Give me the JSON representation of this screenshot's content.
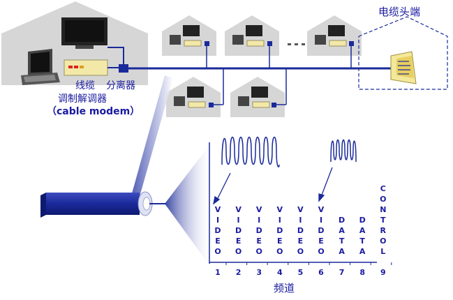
{
  "labels": {
    "cable_line1": "线缆",
    "cable_line2": "调制解调器",
    "cable_line3": "（cable modem）",
    "splitter": "分离器",
    "headend": "电缆头端",
    "channels_axis": "频道",
    "ellipsis": "· · ·"
  },
  "channels": [
    {
      "number": "1",
      "letters": [
        "V",
        "I",
        "D",
        "E",
        "O"
      ]
    },
    {
      "number": "2",
      "letters": [
        "V",
        "I",
        "D",
        "E",
        "O"
      ]
    },
    {
      "number": "3",
      "letters": [
        "V",
        "I",
        "D",
        "E",
        "O"
      ]
    },
    {
      "number": "4",
      "letters": [
        "V",
        "I",
        "D",
        "E",
        "O"
      ]
    },
    {
      "number": "5",
      "letters": [
        "V",
        "I",
        "D",
        "E",
        "O"
      ]
    },
    {
      "number": "6",
      "letters": [
        "V",
        "I",
        "D",
        "E",
        "O"
      ]
    },
    {
      "number": "7",
      "letters": [
        "D",
        "A",
        "T",
        "A"
      ]
    },
    {
      "number": "8",
      "letters": [
        "D",
        "A",
        "T",
        "A"
      ]
    },
    {
      "number": "9",
      "letters": [
        "C",
        "O",
        "N",
        "T",
        "R",
        "O",
        "L"
      ]
    }
  ],
  "colors": {
    "house": "#d6d6d6",
    "cable": "#1a2a9a",
    "text": "#1a1aa0",
    "modem": "#f2e8a8"
  }
}
